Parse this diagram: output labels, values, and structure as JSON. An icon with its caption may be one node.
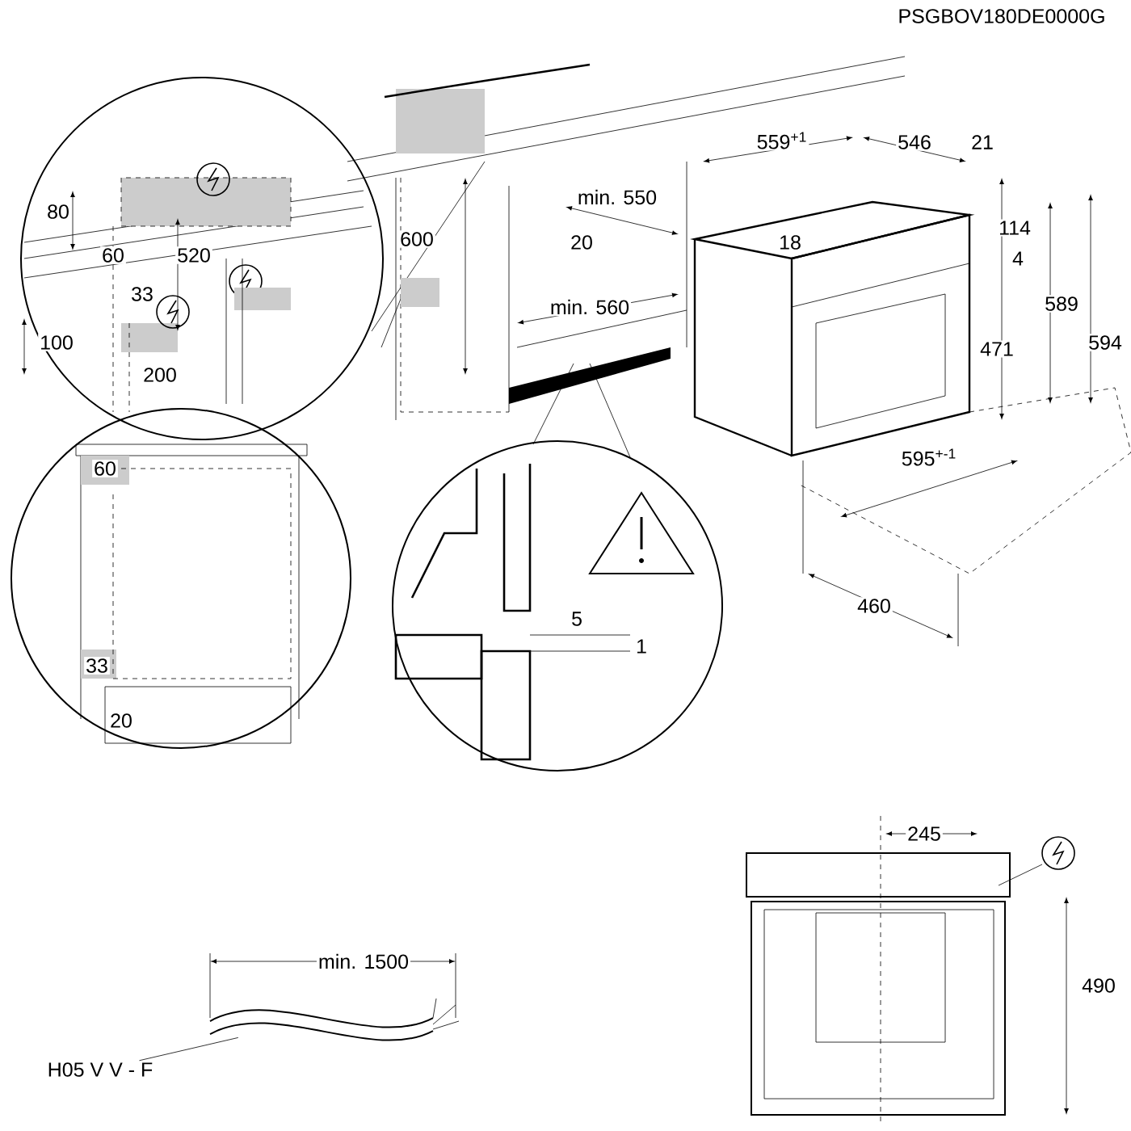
{
  "diagram": {
    "nodes": [
      {
        "text": [
          "H05 V V - F"
        ]
      },
      {
        "text": [],
        "shape": "picture"
      }
    ],
    "edges": [
      {
        "from": 0,
        "to": 1,
        "arrow": "none"
      }
    ],
    "labels": [
      "PSGBOV180DE0000G",
      "559$^{+1}$",
      "546",
      "21",
      "min. 550",
      "80",
      "60",
      "520",
      "600",
      "20",
      "18",
      "114",
      "4",
      "33",
      "min. 560",
      "589",
      "100",
      "471",
      "594",
      "200",
      "595$^{+-1}$",
      "60",
      "460",
      "5",
      "1",
      "33",
      "20",
      "245",
      "min. 1500",
      "490"
    ]
  }
}
